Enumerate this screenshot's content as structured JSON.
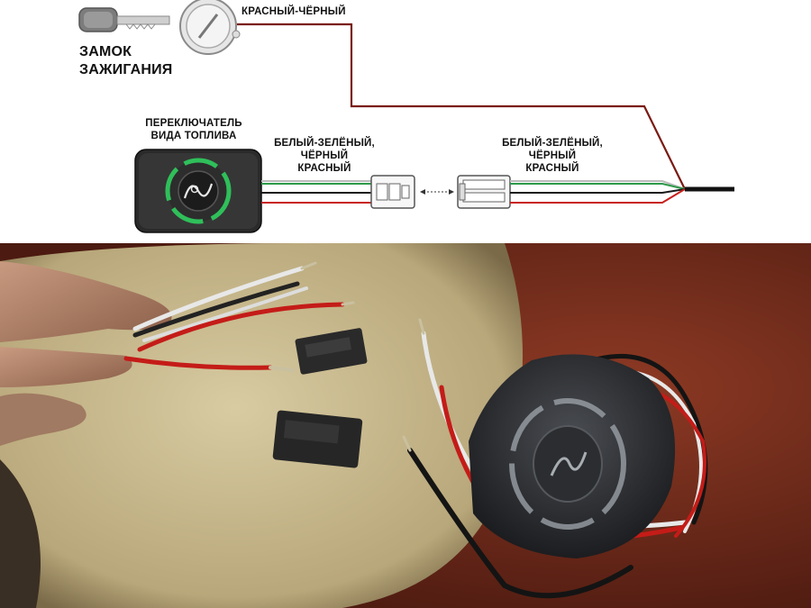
{
  "diagram": {
    "ignition_label_line1": "ЗАМОК",
    "ignition_label_line2": "ЗАЖИГАНИЯ",
    "ignition_wire_label": "КРАСНЫЙ-ЧЁРНЫЙ",
    "switch_label_line1": "ПЕРЕКЛЮЧАТЕЛЬ",
    "switch_label_line2": "ВИДА ТОПЛИВА",
    "wires_left_line1": "БЕЛЫЙ-ЗЕЛЁНЫЙ,",
    "wires_left_line2": "ЧЁРНЫЙ",
    "wires_left_line3": "КРАСНЫЙ",
    "wires_right_line1": "БЕЛЫЙ-ЗЕЛЁНЫЙ,",
    "wires_right_line2": "ЧЁРНЫЙ",
    "wires_right_line3": "КРАСНЫЙ",
    "wire_colors": {
      "red_black": "#7a1a12",
      "white_green": "#2e9a4a",
      "black": "#1a1a1a",
      "red": "#c8201c"
    },
    "switch_glow_color": "#2fbf5a"
  },
  "photo": {
    "description_icon": "photo-icon",
    "leather_color": "#cfbf95",
    "car_seat_color": "#7a2d1c"
  }
}
